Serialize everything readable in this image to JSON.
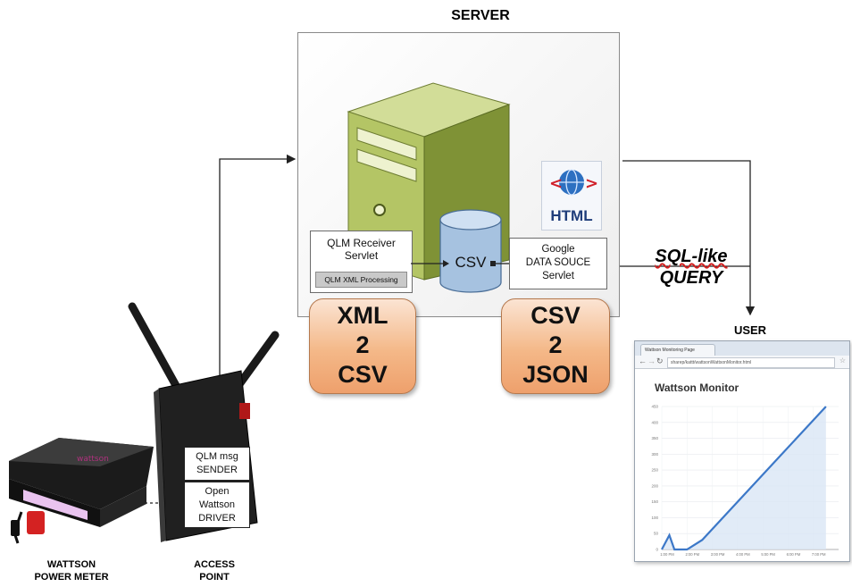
{
  "server": {
    "title": "SERVER",
    "receiver": {
      "line1": "QLM Receiver",
      "line2": "Servlet",
      "sub": "QLM XML Processing"
    },
    "csv_store": "CSV",
    "google": {
      "line1": "Google",
      "line2": "DATA SOUCE",
      "line3": "Servlet"
    },
    "html_badge": "HTML",
    "conv1": [
      "XML",
      "2",
      "CSV"
    ],
    "conv2": [
      "CSV",
      "2",
      "JSON"
    ]
  },
  "query": {
    "line1": "SQL-like",
    "line2": "QUERY"
  },
  "user": {
    "label": "USER",
    "browser": {
      "tab": "Wattson Monitoring Page",
      "url": "sharep/kattt/wattsonWattsonMonitor.html",
      "title": "Wattson Monitor",
      "y_ticks": [
        "0",
        "50",
        "100",
        "150",
        "200",
        "250",
        "300",
        "350",
        "400",
        "450"
      ],
      "x_ticks": [
        "1:00 PM",
        "2:00 PM",
        "3:00 PM",
        "4:00 PM",
        "5:00 PM",
        "6:00 PM",
        "7:00 PM"
      ]
    }
  },
  "access_point": {
    "label1": "ACCESS",
    "label2": "POINT",
    "sender": {
      "line1": "QLM msg",
      "line2": "SENDER"
    },
    "driver": {
      "line1": "Open",
      "line2": "Wattson",
      "line3": "DRIVER"
    }
  },
  "meter": {
    "label1": "WATTSON",
    "label2": "POWER METER"
  },
  "chart_data": {
    "type": "line",
    "x": [
      0,
      0.3,
      0.5,
      1.0,
      1.6,
      6.5
    ],
    "y": [
      0,
      45,
      0,
      0,
      30,
      450
    ],
    "ylim": [
      0,
      450
    ]
  },
  "colors": {
    "server_green": "#a9bc5e",
    "db_blue": "#a6c2e0",
    "orange": "#f4b888",
    "chart_line": "#3c78c8"
  }
}
